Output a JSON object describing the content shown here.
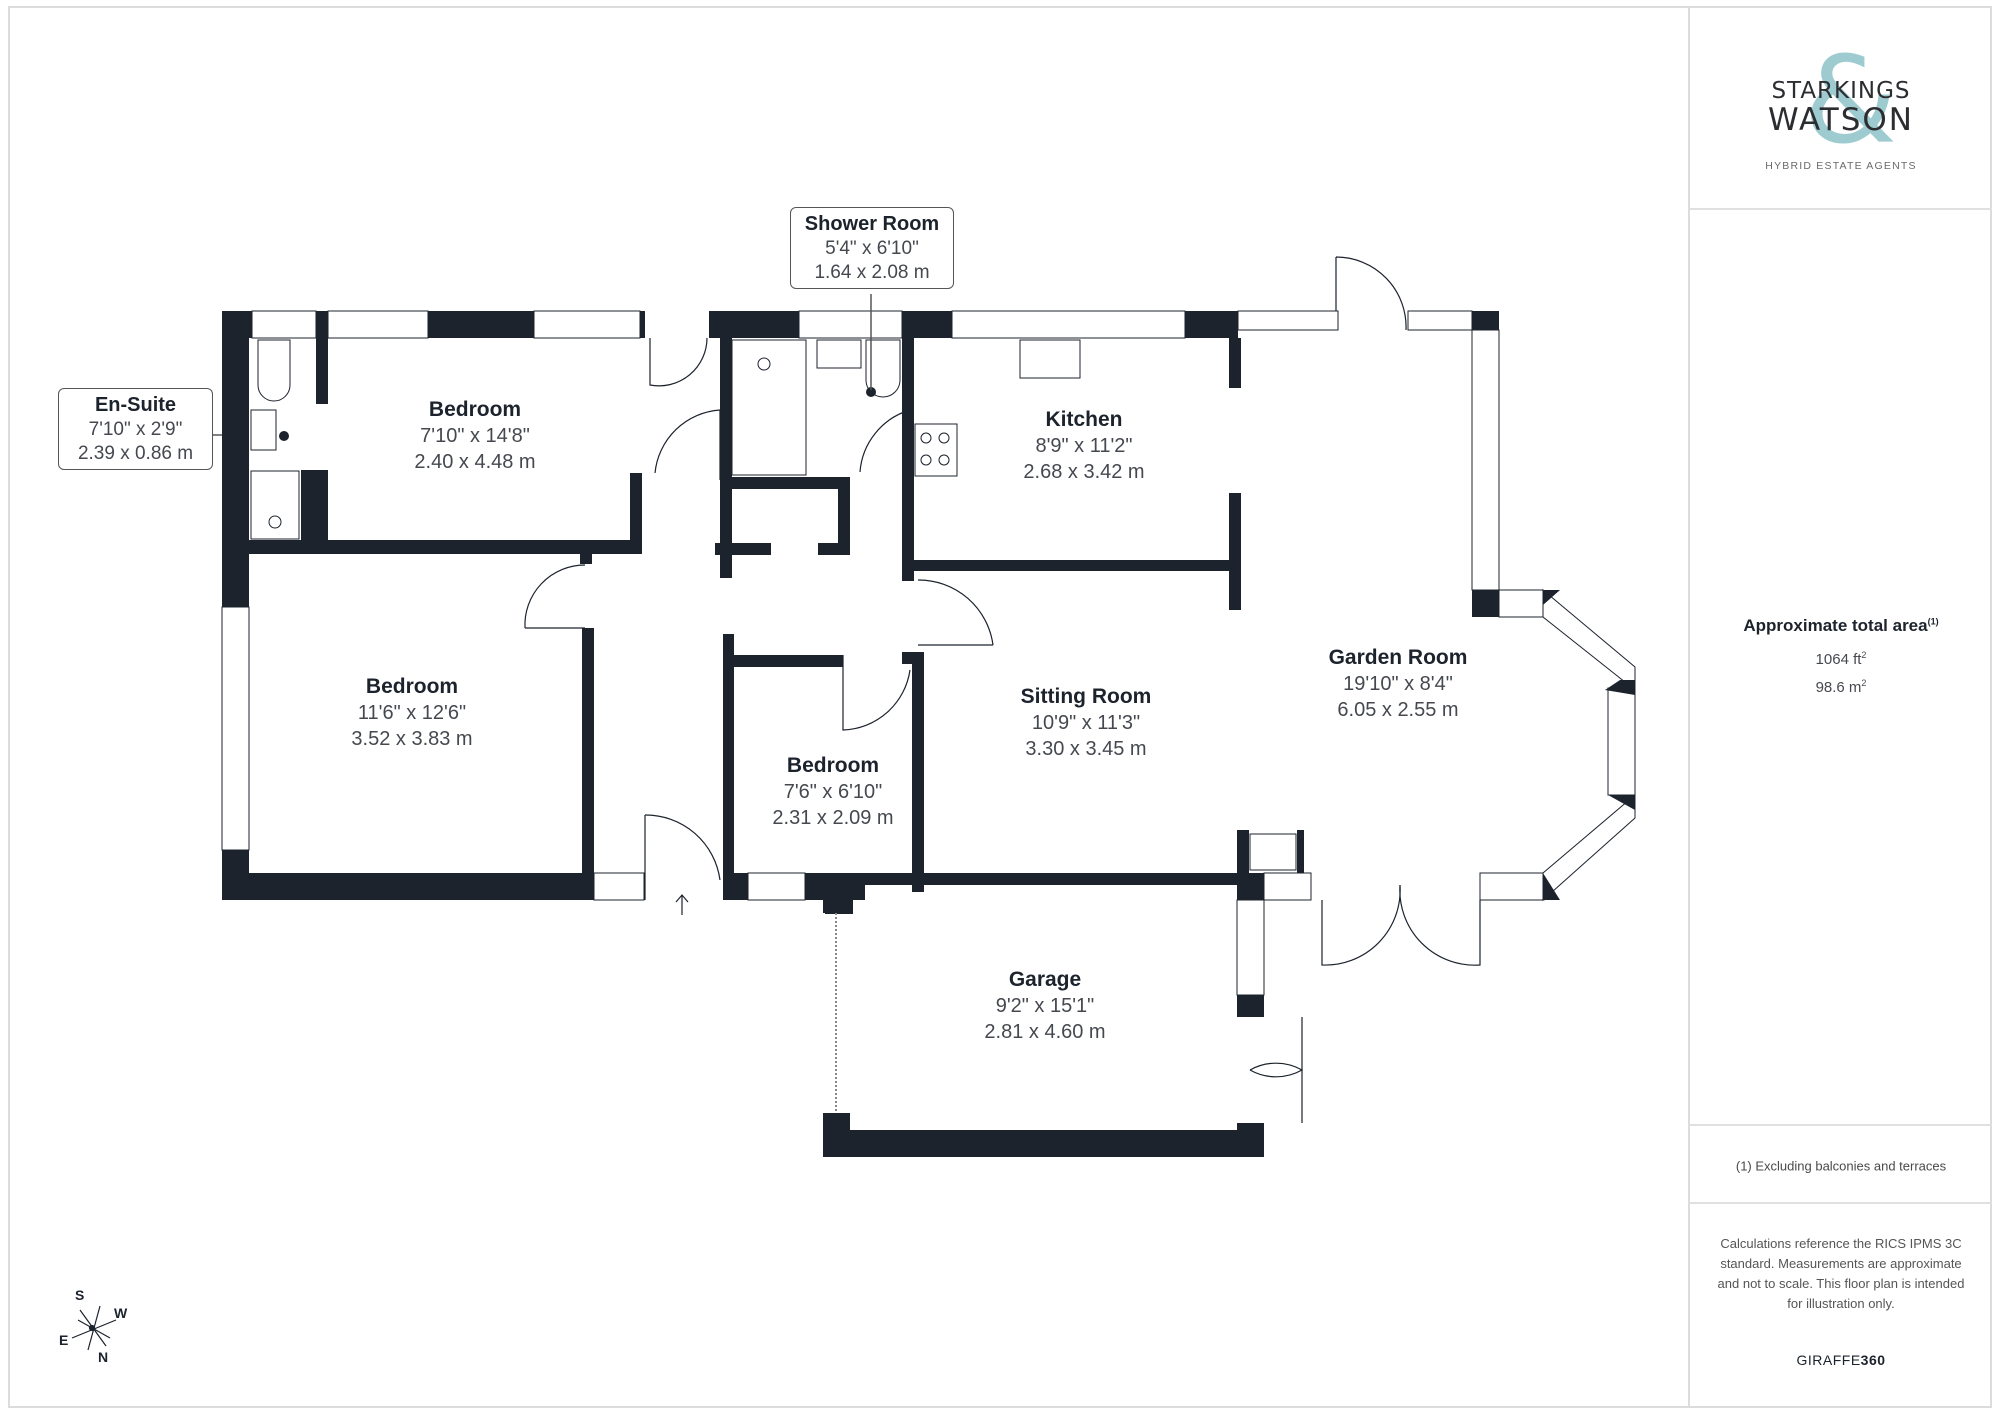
{
  "brand": {
    "name_line1": "STARKINGS",
    "name_line2": "WATSON",
    "ampersand": "&",
    "tagline": "HYBRID ESTATE AGENTS",
    "accent_color": "#8ec3c8"
  },
  "summary": {
    "title": "Approximate total area",
    "title_footnote": "(1)",
    "area_ft_value": "1064 ft",
    "area_m_value": "98.6 m",
    "sq_superscript": "2"
  },
  "footnote": "(1) Excluding balconies and terraces",
  "disclaimer": "Calculations reference the RICS IPMS 3C standard. Measurements are approximate and not to scale. This floor plan is intended for illustration only.",
  "credit": {
    "prefix": "GIRAFFE",
    "suffix": "360"
  },
  "colors": {
    "wall": "#1c232d",
    "text": "#1c232d",
    "dim_text": "#45494f",
    "divider": "#dcdcdc"
  },
  "compass": {
    "north": "N",
    "south": "S",
    "east": "E",
    "west": "W"
  },
  "rooms": [
    {
      "id": "en-suite",
      "name": "En-Suite",
      "imperial": "7'10\" x 2'9\"",
      "metric": "2.39 x 0.86 m"
    },
    {
      "id": "bedroom-1",
      "name": "Bedroom",
      "imperial": "7'10\" x 14'8\"",
      "metric": "2.40 x 4.48 m"
    },
    {
      "id": "shower-room",
      "name": "Shower Room",
      "imperial": "5'4\" x 6'10\"",
      "metric": "1.64 x 2.08 m"
    },
    {
      "id": "kitchen",
      "name": "Kitchen",
      "imperial": "8'9\" x 11'2\"",
      "metric": "2.68 x 3.42 m"
    },
    {
      "id": "bedroom-2",
      "name": "Bedroom",
      "imperial": "11'6\" x 12'6\"",
      "metric": "3.52 x 3.83 m"
    },
    {
      "id": "bedroom-3",
      "name": "Bedroom",
      "imperial": "7'6\" x 6'10\"",
      "metric": "2.31 x 2.09 m"
    },
    {
      "id": "sitting-room",
      "name": "Sitting Room",
      "imperial": "10'9\" x 11'3\"",
      "metric": "3.30 x 3.45 m"
    },
    {
      "id": "garden-room",
      "name": "Garden Room",
      "imperial": "19'10\" x 8'4\"",
      "metric": "6.05 x 2.55 m"
    },
    {
      "id": "garage",
      "name": "Garage",
      "imperial": "9'2\" x 15'1\"",
      "metric": "2.81 x 4.60 m"
    }
  ]
}
